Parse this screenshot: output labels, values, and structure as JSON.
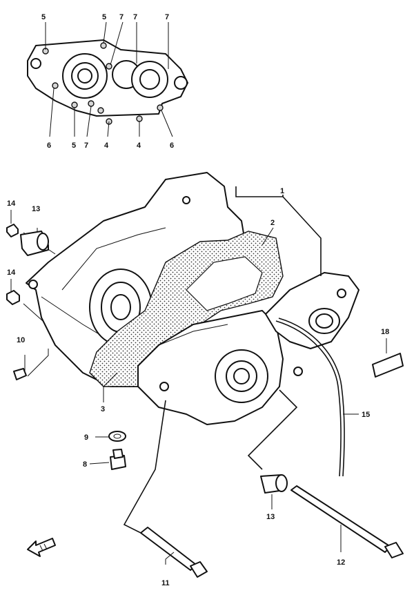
{
  "callouts": {
    "c1": "1",
    "c2": "2",
    "c3": "3",
    "c4a": "4",
    "c4b": "4",
    "c5a": "5",
    "c5b": "5",
    "c5c": "5",
    "c6a": "6",
    "c6b": "6",
    "c7a": "7",
    "c7b": "7",
    "c7c": "7",
    "c7d": "7",
    "c8": "8",
    "c9": "9",
    "c10": "10",
    "c11": "11",
    "c12": "12",
    "c13a": "13",
    "c13b": "13",
    "c14a": "14",
    "c14b": "14",
    "c15": "15",
    "c18": "18"
  },
  "colors": {
    "ink": "#111111",
    "paper": "#ffffff",
    "gasket": "#bdbdbd"
  },
  "icons": {
    "front_arrow": "front-direction-arrow-icon"
  }
}
